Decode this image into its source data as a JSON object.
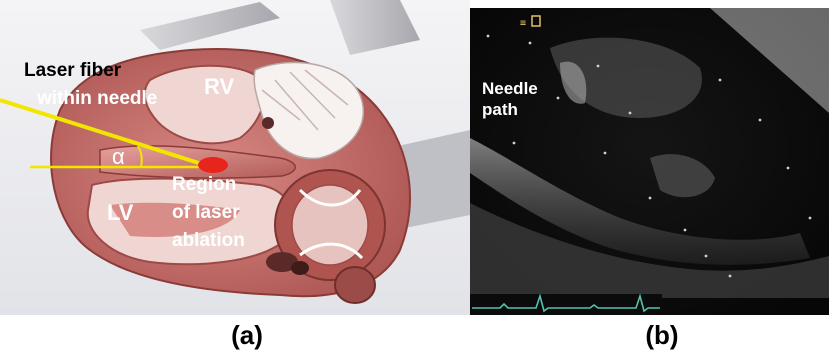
{
  "panel_a": {
    "caption": "(a)",
    "labels": {
      "laser_fiber_line1": "Laser fiber",
      "laser_fiber_line2": "within needle",
      "rv": "RV",
      "lv": "LV",
      "alpha": "α",
      "region_line1": "Region",
      "region_line2": "of laser",
      "region_line3": "ablation"
    },
    "colors": {
      "fiber_line": "#f2e600",
      "ablation_spot": "#e8251c",
      "myocardium": "#c8706c",
      "label_text": "#ffffff",
      "fiber_text": "#000000"
    }
  },
  "panel_b": {
    "caption": "(b)",
    "labels": {
      "needle_line1": "Needle",
      "needle_line2": "path"
    },
    "colors": {
      "ultrasound_bg": "#0a0a0a",
      "ecg_trace": "#55c2b2"
    }
  }
}
